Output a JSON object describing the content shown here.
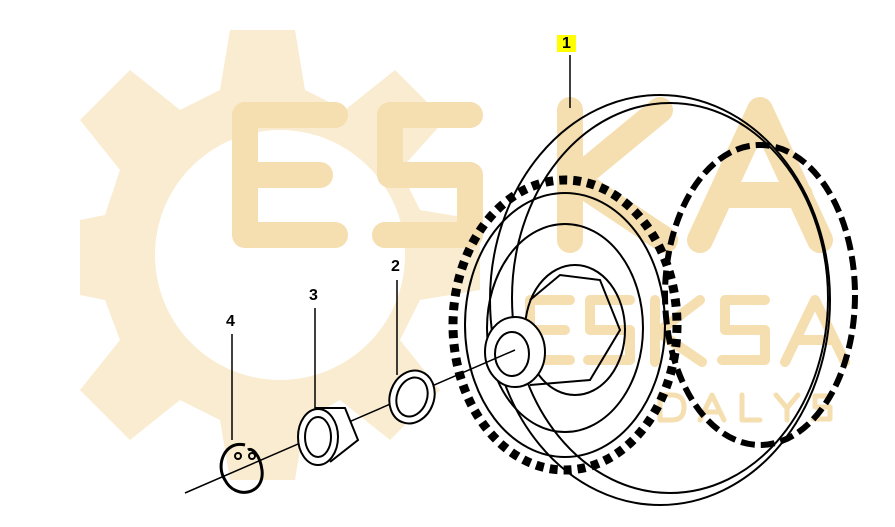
{
  "diagram": {
    "watermark": {
      "main": "ESKA",
      "secondary": "ESKSA",
      "tagline": "DALYS",
      "color": "#f5deb0"
    },
    "parts": [
      {
        "number": "1",
        "name": "torque-converter",
        "highlighted": true,
        "highlight_color": "#ffff00"
      },
      {
        "number": "2",
        "name": "sealing-ring"
      },
      {
        "number": "3",
        "name": "bushing"
      },
      {
        "number": "4",
        "name": "circlip"
      }
    ]
  }
}
